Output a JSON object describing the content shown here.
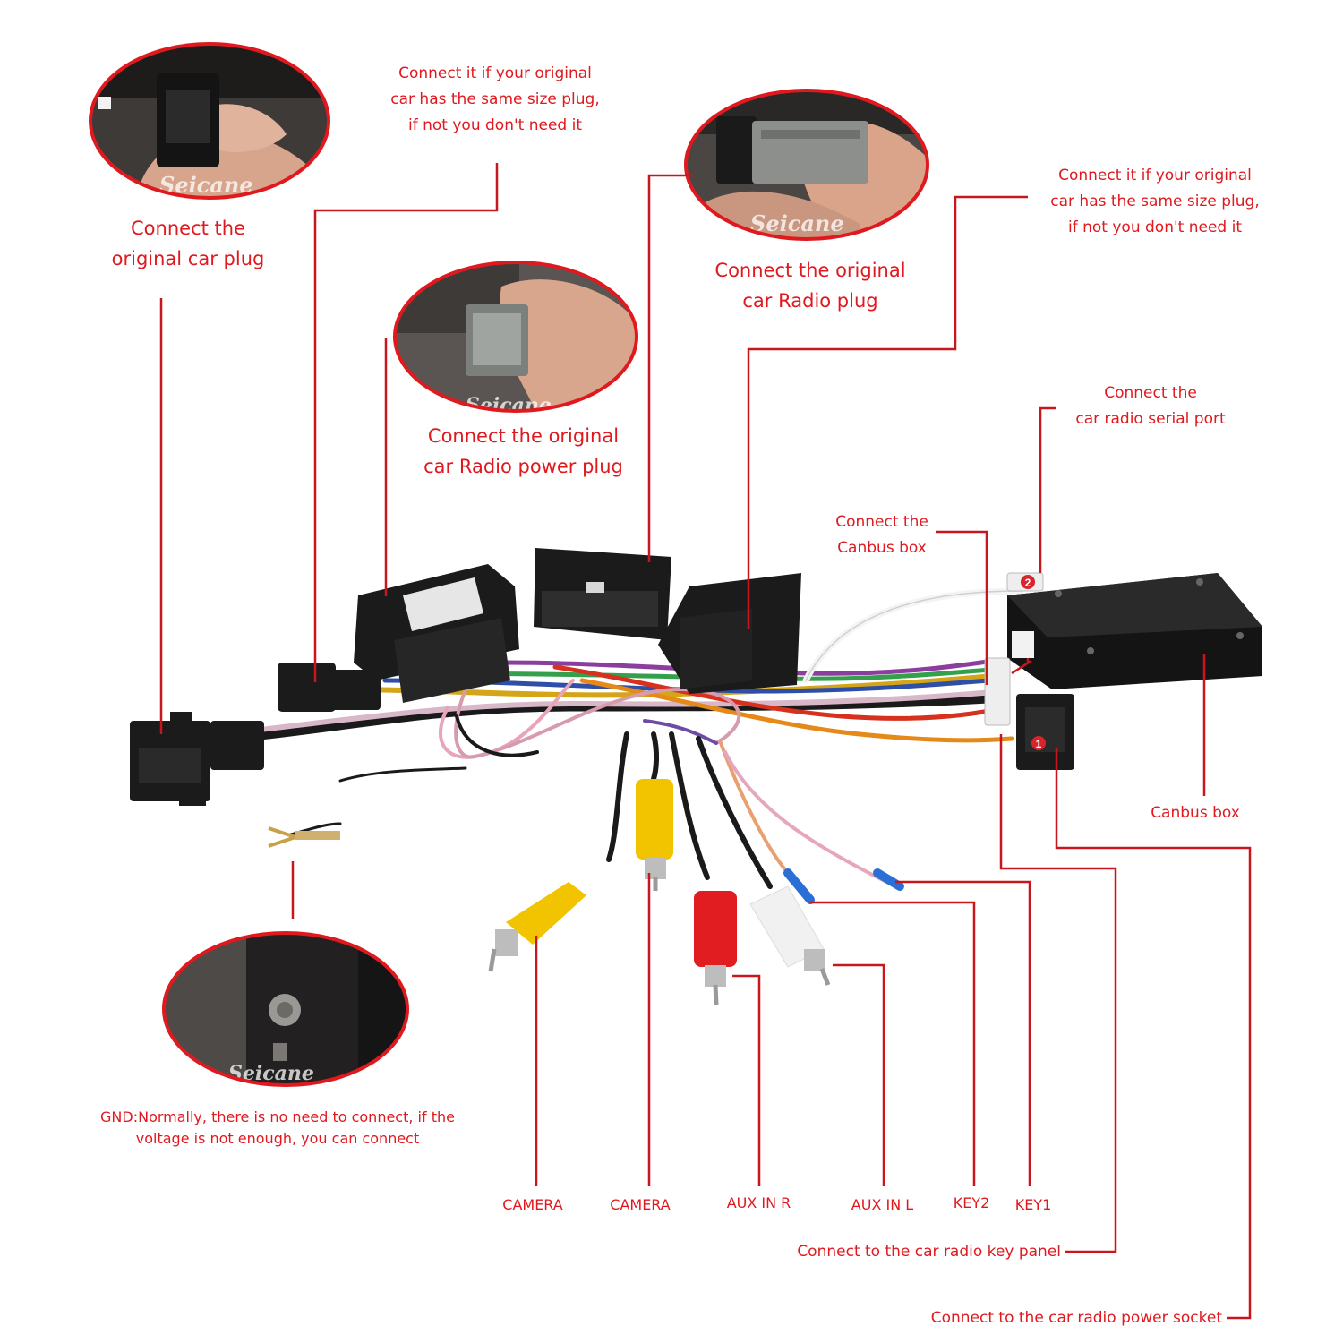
{
  "labels": {
    "original_car_plug": "Connect the\noriginal car plug",
    "same_size_1": "Connect it if your original\ncar has the same size plug,\nif not you don't need it",
    "radio_plug": "Connect the original\ncar Radio plug",
    "same_size_2": "Connect it if your original\ncar has the same size plug,\nif not you don't need it",
    "radio_power_plug": "Connect the original\ncar Radio power plug",
    "serial_port": "Connect the\ncar radio serial port",
    "canbus_connect": "Connect the\nCanbus box",
    "canbus_box": "Canbus box",
    "gnd": "GND:Normally, there is no need to connect, if the\nvoltage is not enough, you can connect",
    "camera_1": "CAMERA",
    "camera_2": "CAMERA",
    "aux_r": "AUX IN R",
    "aux_l": "AUX IN L",
    "key2": "KEY2",
    "key1": "KEY1",
    "key_panel": "Connect to the car radio key panel",
    "power_socket": "Connect to the car radio power socket"
  },
  "watermark": "Seicane",
  "port_badges": [
    "1",
    "2"
  ],
  "colors": {
    "label_red": "#e0191f",
    "leader_line": "#c8171c",
    "connector_black": "#1b1b1b"
  }
}
